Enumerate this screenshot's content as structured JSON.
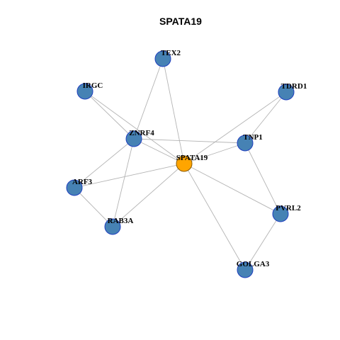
{
  "title": "SPATA19",
  "colors": {
    "node_fill": "#4682b4",
    "node_stroke": "#1f3fbf",
    "center_fill": "#ffa500",
    "center_stroke": "#8a5a00",
    "edge": "#b4b4b4"
  },
  "nodes": [
    {
      "id": "SPATA19",
      "label": "SPATA19",
      "center": true
    },
    {
      "id": "TEX2",
      "label": "TEX2"
    },
    {
      "id": "IRGC",
      "label": "IRGC"
    },
    {
      "id": "TDRD1",
      "label": "TDRD1"
    },
    {
      "id": "ZNRF4",
      "label": "ZNRF4"
    },
    {
      "id": "TNP1",
      "label": "TNP1"
    },
    {
      "id": "ARF3",
      "label": "ARF3"
    },
    {
      "id": "RAB3A",
      "label": "RAB3A"
    },
    {
      "id": "PVRL2",
      "label": "PVRL2"
    },
    {
      "id": "GOLGA3",
      "label": "GOLGA3"
    }
  ],
  "edges": [
    [
      "TEX2",
      "ZNRF4"
    ],
    [
      "TEX2",
      "SPATA19"
    ],
    [
      "IRGC",
      "ZNRF4"
    ],
    [
      "IRGC",
      "SPATA19"
    ],
    [
      "TDRD1",
      "TNP1"
    ],
    [
      "TDRD1",
      "SPATA19"
    ],
    [
      "ZNRF4",
      "TNP1"
    ],
    [
      "ZNRF4",
      "SPATA19"
    ],
    [
      "ZNRF4",
      "ARF3"
    ],
    [
      "ZNRF4",
      "RAB3A"
    ],
    [
      "TNP1",
      "SPATA19"
    ],
    [
      "TNP1",
      "PVRL2"
    ],
    [
      "SPATA19",
      "ARF3"
    ],
    [
      "SPATA19",
      "RAB3A"
    ],
    [
      "SPATA19",
      "PVRL2"
    ],
    [
      "SPATA19",
      "GOLGA3"
    ],
    [
      "ARF3",
      "RAB3A"
    ],
    [
      "PVRL2",
      "GOLGA3"
    ]
  ]
}
